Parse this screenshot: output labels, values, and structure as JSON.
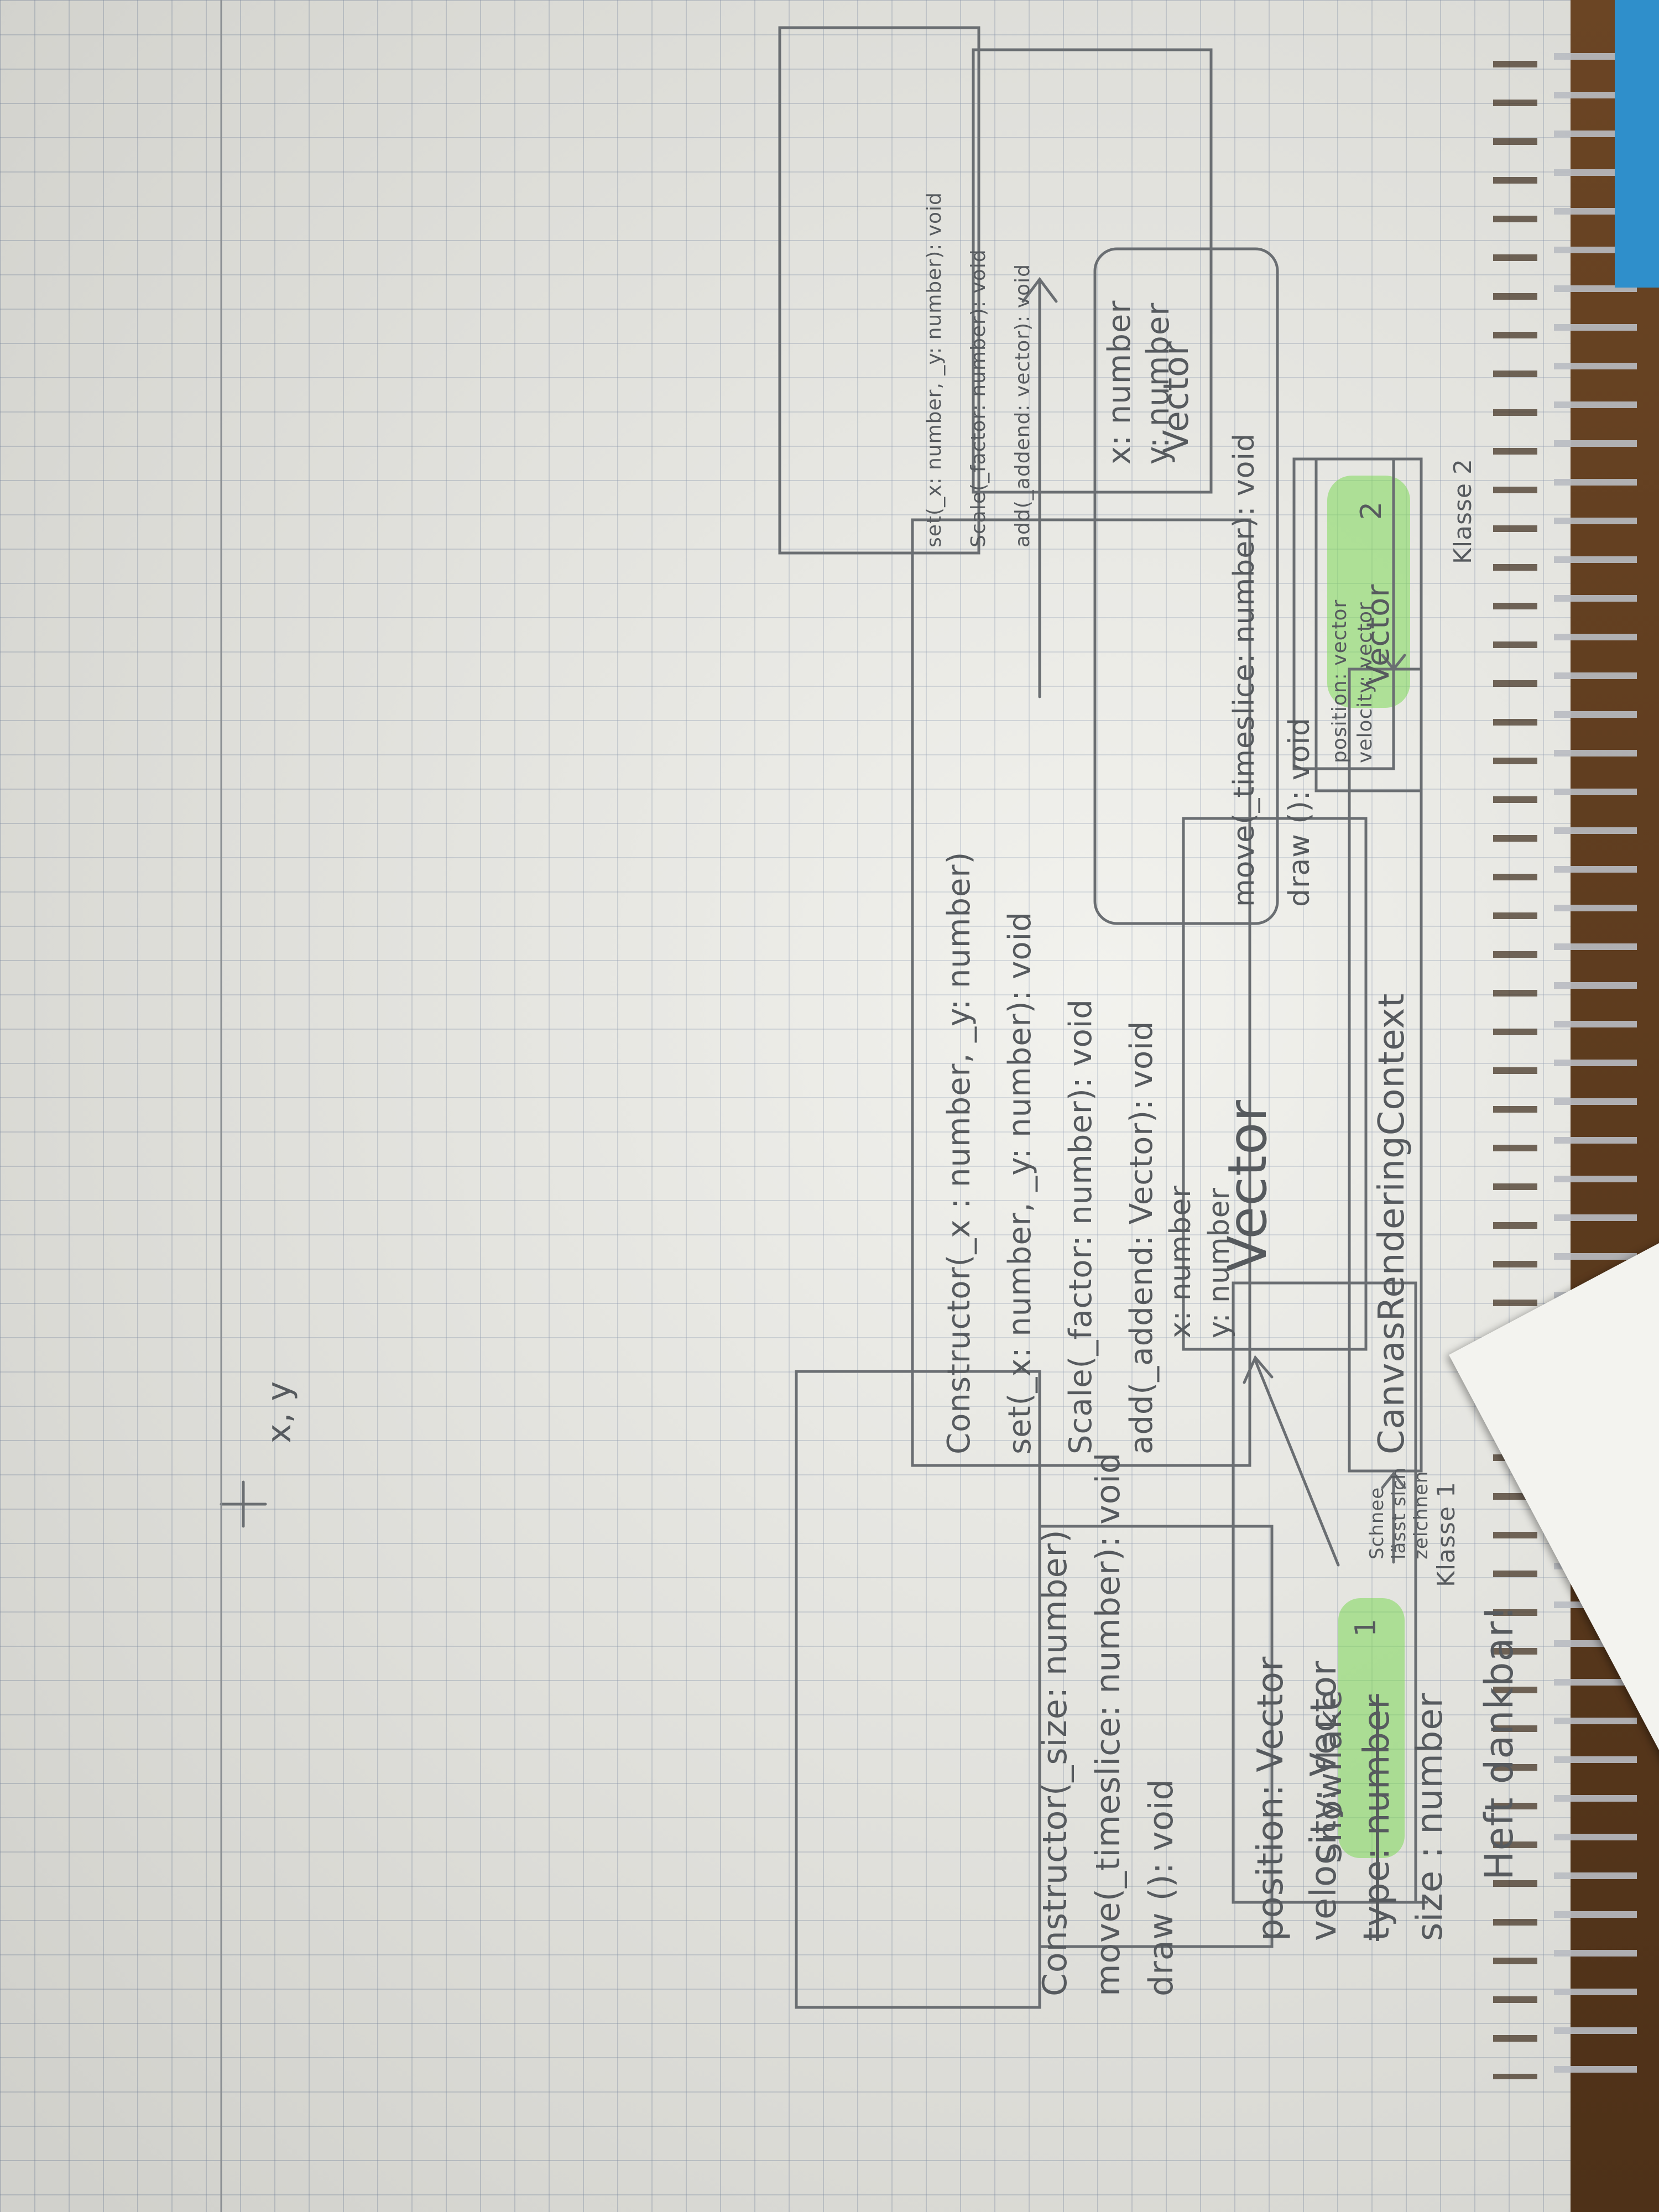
{
  "diagram": {
    "heading": "Heft dankbar!",
    "left_group_label": "Klasse 1",
    "right_group_label": "Klasse 2",
    "snowflake": {
      "badge": "1",
      "name": "Snowflake",
      "attributes": [
        "position: Vector",
        "velocity: Vector",
        "type: number",
        "size : number"
      ],
      "methods": [
        "Constructor(_size: number)",
        "move(_timeslice: number): void",
        "draw (): void"
      ]
    },
    "canvas": {
      "name": "CanvasRenderingContext"
    },
    "arrow_label": {
      "line1": "Schnee",
      "line2": "lässt sich",
      "line3": "zeichnen"
    },
    "vector_top": {
      "name": "Vector",
      "attributes": [
        "x: number",
        "y: number"
      ],
      "methods": [
        "Constructor(_x : number, _y: number)",
        "set(_x: number, _y: number): void",
        "Scale(_factor: number): void",
        "add(_addend: Vector): void"
      ]
    },
    "klasse2": {
      "badge": "2",
      "name": "Vector",
      "attributes": [
        "position: vector",
        "velocity: vector"
      ],
      "methods": [
        "move(_timeslice: number): void",
        "draw (): void"
      ]
    },
    "vector_bottom": {
      "name": "Vector",
      "attributes": [
        "x: number",
        "y: number"
      ],
      "methods": [
        "set(_x: number, _y: number): void",
        "Scale(_factor: number): void",
        "add(_addend: vector): void"
      ]
    },
    "margin_note": "x, y"
  },
  "colors": {
    "pencil": "#565a5e",
    "highlighter": "#7ed957",
    "paper": "#eeeee8",
    "grid": "#8291aa",
    "table": "#5a3a1c"
  }
}
